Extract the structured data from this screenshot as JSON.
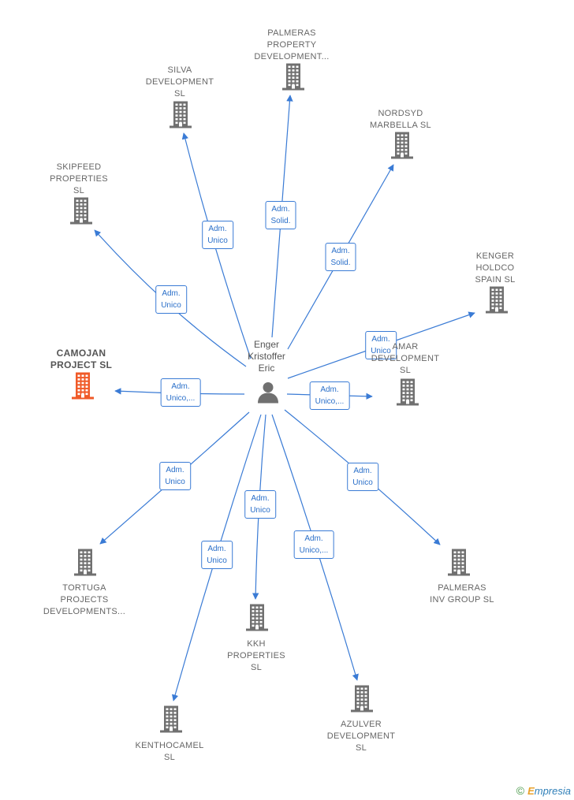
{
  "center": {
    "name": "Enger Kristoffer Eric",
    "lines": [
      "Enger",
      "Kristoffer",
      "Eric"
    ]
  },
  "colors": {
    "edge": "#3a7bd5",
    "building": "#707070",
    "focus": "#f05a28",
    "person": "#707070"
  },
  "nodes": [
    {
      "id": "palmeras-property",
      "lines": [
        "PALMERAS",
        "PROPERTY",
        "DEVELOPMENT..."
      ],
      "role_lines": [
        "Adm.",
        "Solid."
      ],
      "focus": false
    },
    {
      "id": "silva",
      "lines": [
        "SILVA",
        "DEVELOPMENT",
        "SL"
      ],
      "role_lines": [
        "Adm.",
        "Unico"
      ],
      "focus": false
    },
    {
      "id": "nordsyd",
      "lines": [
        "NORDSYD",
        "MARBELLA  SL"
      ],
      "role_lines": [
        "Adm.",
        "Solid."
      ],
      "focus": false
    },
    {
      "id": "skipfeed",
      "lines": [
        "SKIPFEED",
        "PROPERTIES",
        "SL"
      ],
      "role_lines": [
        "Adm.",
        "Unico"
      ],
      "focus": false
    },
    {
      "id": "kenger",
      "lines": [
        "KENGER",
        "HOLDCO",
        "SPAIN  SL"
      ],
      "role_lines": [
        "Adm.",
        "Unico"
      ],
      "focus": false
    },
    {
      "id": "camojan",
      "lines": [
        "CAMOJAN",
        "PROJECT  SL"
      ],
      "role_lines": [
        "Adm.",
        "Unico,..."
      ],
      "focus": true
    },
    {
      "id": "amar",
      "lines": [
        "AMAR",
        "DEVELOPMENT",
        "SL"
      ],
      "role_lines": [
        "Adm.",
        "Unico,..."
      ],
      "focus": false
    },
    {
      "id": "tortuga",
      "lines": [
        "TORTUGA",
        "PROJECTS",
        "DEVELOPMENTS..."
      ],
      "role_lines": [
        "Adm.",
        "Unico"
      ],
      "focus": false
    },
    {
      "id": "palmeras-inv",
      "lines": [
        "PALMERAS",
        "INV GROUP  SL"
      ],
      "role_lines": [
        "Adm.",
        "Unico"
      ],
      "focus": false
    },
    {
      "id": "kkh",
      "lines": [
        "KKH",
        "PROPERTIES",
        "SL"
      ],
      "role_lines": [
        "Adm.",
        "Unico"
      ],
      "focus": false
    },
    {
      "id": "kenthocamel",
      "lines": [
        "KENTHOCAMEL",
        "SL"
      ],
      "role_lines": [
        "Adm.",
        "Unico"
      ],
      "focus": false
    },
    {
      "id": "azulver",
      "lines": [
        "AZULVER",
        "DEVELOPMENT",
        "SL"
      ],
      "role_lines": [
        "Adm.",
        "Unico,..."
      ],
      "focus": false
    }
  ],
  "footer": {
    "copyright": "©",
    "brand_first": "E",
    "brand_rest": "mpresia"
  }
}
